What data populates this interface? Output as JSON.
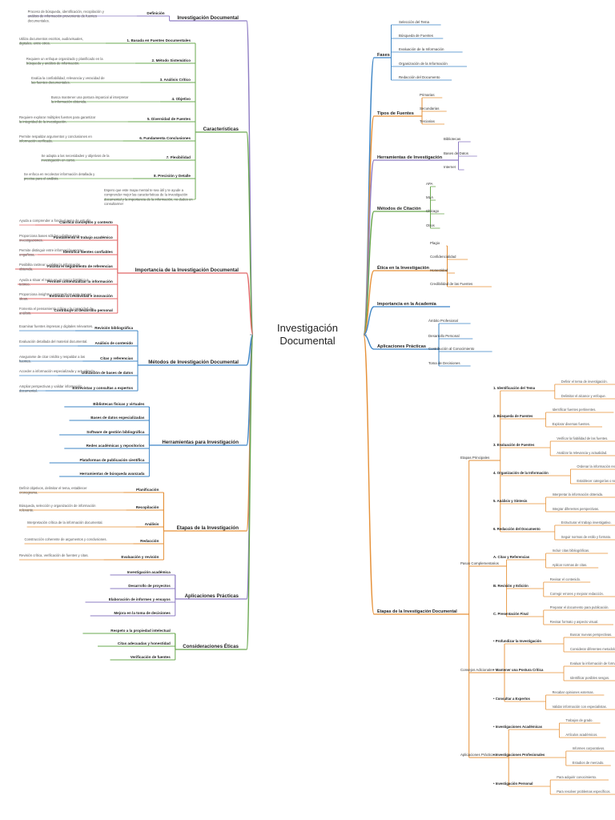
{
  "center": {
    "line1": "Investigación",
    "line2": "Documental"
  },
  "colors": {
    "definicion": "#8e7cc3",
    "caracteristicas": "#6aa84f",
    "importancia": "#e06666",
    "metodos": "#3d85c6",
    "herramientas": "#3d85c6",
    "etapas": "#e69138",
    "aplicaciones": "#8e7cc3",
    "consideraciones": "#6aa84f",
    "fases": "#3d85c6",
    "tipos": "#e69138",
    "herr_r": "#8e7cc3",
    "metodos_cita": "#6aa84f",
    "etica": "#e69138",
    "academia": "#3d85c6",
    "aplic_r": "#3d85c6",
    "etapas_r": "#e69138"
  },
  "left": [
    {
      "key": "definicion",
      "title": "Investigación Documental",
      "children": [
        {
          "label": "Definición",
          "desc": "Proceso de búsqueda, identificación, recopilación y análisis de información proveniente de fuentes documentales."
        }
      ]
    },
    {
      "key": "caracteristicas",
      "title": "Características",
      "children": [
        {
          "label": "1. Basada en Fuentes Documentales",
          "desc": "Utiliza documentos escritos, audiovisuales, digitales, entre otros."
        },
        {
          "label": "2. Método Sistemático",
          "desc": "Requiere un enfoque organizado y planificado en la búsqueda y análisis de información."
        },
        {
          "label": "3. Análisis Crítico",
          "desc": "Evalúa la confiabilidad, relevancia y veracidad de las fuentes documentales."
        },
        {
          "label": "4. Objetivo",
          "desc": "Busca mantener una postura imparcial al interpretar la información obtenida."
        },
        {
          "label": "5. Diversidad de Fuentes",
          "desc": "Requiere explorar múltiples fuentes para garantizar la integridad de la investigación."
        },
        {
          "label": "6. Fundamenta Conclusiones",
          "desc": "Permite respaldar argumentos y conclusiones en información verificada."
        },
        {
          "label": "7. Flexibilidad",
          "desc": "Se adapta a las necesidades y objetivos de la investigación en curso."
        },
        {
          "label": "8. Precisión y Detalle",
          "desc": "Se enfoca en recolectar información detallada y precisa para el análisis."
        },
        {
          "label": "",
          "desc": "Espero que este mapa mental te sea útil y te ayude a comprender mejor las características de la investigación documental y la importancia de la información, no dudes en consultarme!"
        }
      ]
    },
    {
      "key": "importancia",
      "title": "Importancia de la Investigación Documental",
      "children": [
        {
          "label": "Clarifica conceptos y contexto",
          "desc": "Ayuda a comprender a fondo el tema de estudio."
        },
        {
          "label": "Fundamenta el trabajo académico",
          "desc": "Proporciona bases sólidas y fiables para investigaciones."
        },
        {
          "label": "Identifica fuentes confiables",
          "desc": "Permite distinguir entre información veraz y engañosa."
        },
        {
          "label": "Facilita el seguimiento de referencias",
          "desc": "Posibilita rastrear y validar la información obtenida."
        },
        {
          "label": "Permite contextualizar la información",
          "desc": "Ayuda a situar el tema en un marco histórico o teórico."
        },
        {
          "label": "Estimula la creatividad e innovación",
          "desc": "Proporciona insights y perspectivas para nuevas ideas."
        },
        {
          "label": "Contribuye al desarrollo personal",
          "desc": "Fomenta el pensamiento crítico y la capacidad de análisis."
        }
      ]
    },
    {
      "key": "metodos",
      "title": "Métodos de Investigación Documental",
      "children": [
        {
          "label": "Revisión bibliográfica",
          "desc": "Examinar fuentes impresas y digitales relevantes."
        },
        {
          "label": "Análisis de contenido",
          "desc": "Evaluación detallada del material documental."
        },
        {
          "label": "Citas y referencias",
          "desc": "Asegurarse de citar crédito y respaldar a las fuentes."
        },
        {
          "label": "Utilización de bases de datos",
          "desc": "Acceder a información especializada y actualizada."
        },
        {
          "label": "Entrevistas y consultas a expertos",
          "desc": "Ampliar perspectivas y validar información documental."
        }
      ]
    },
    {
      "key": "herramientas",
      "title": "Herramientas para Investigación",
      "children": [
        {
          "label": "Bibliotecas físicas y virtuales",
          "desc": ""
        },
        {
          "label": "Bases de datos especializadas",
          "desc": ""
        },
        {
          "label": "Software de gestión bibliográfica",
          "desc": ""
        },
        {
          "label": "Redes académicas y repositorios",
          "desc": ""
        },
        {
          "label": "Plataformas de publicación científica",
          "desc": ""
        },
        {
          "label": "Herramientas de búsqueda avanzada",
          "desc": ""
        }
      ]
    },
    {
      "key": "etapas",
      "title": "Etapas de la Investigación",
      "children": [
        {
          "label": "Planificación",
          "desc": "Definir objetivos, delimitar el tema, establecer cronograma."
        },
        {
          "label": "Recopilación",
          "desc": "Búsqueda, selección y organización de información relevante."
        },
        {
          "label": "Análisis",
          "desc": "Interpretación crítica de la información documental."
        },
        {
          "label": "Redacción",
          "desc": "Construcción coherente de argumentos y conclusiones."
        },
        {
          "label": "Evaluación y revisión",
          "desc": "Revisión crítica, verificación de fuentes y citas."
        }
      ]
    },
    {
      "key": "aplicaciones",
      "title": "Aplicaciones Prácticas",
      "children": [
        {
          "label": "Investigación académica",
          "desc": ""
        },
        {
          "label": "Desarrollo de proyectos",
          "desc": ""
        },
        {
          "label": "Elaboración de informes y ensayos",
          "desc": ""
        },
        {
          "label": "Mejora en la toma de decisiones",
          "desc": ""
        }
      ]
    },
    {
      "key": "consideraciones",
      "title": "Consideraciones Éticas",
      "children": [
        {
          "label": "Respeto a la propiedad intelectual",
          "desc": ""
        },
        {
          "label": "Citas adecuadas y honestidad",
          "desc": ""
        },
        {
          "label": "Verificación de fuentes",
          "desc": ""
        }
      ]
    }
  ],
  "right": [
    {
      "key": "fases",
      "title": "Fases",
      "children": [
        {
          "label": "Selección del Tema"
        },
        {
          "label": "Búsqueda de Fuentes"
        },
        {
          "label": "Evaluación de la Información"
        },
        {
          "label": "Organización de la Información"
        },
        {
          "label": "Redacción del Documento"
        }
      ]
    },
    {
      "key": "tipos",
      "title": "Tipos de Fuentes",
      "children": [
        {
          "label": "Primarias"
        },
        {
          "label": "Secundarias"
        },
        {
          "label": "Terciarias"
        }
      ]
    },
    {
      "key": "herr_r",
      "title": "Herramientas de Investigación",
      "children": [
        {
          "label": "Bibliotecas"
        },
        {
          "label": "Bases de Datos"
        },
        {
          "label": "Internet"
        }
      ]
    },
    {
      "key": "metodos_cita",
      "title": "Métodos de Citación",
      "children": [
        {
          "label": "APA"
        },
        {
          "label": "MLA"
        },
        {
          "label": "Chicago"
        },
        {
          "label": "Otros"
        }
      ]
    },
    {
      "key": "etica",
      "title": "Ética en la Investigación",
      "children": [
        {
          "label": "Plagio"
        },
        {
          "label": "Confidencialidad"
        },
        {
          "label": "Honestidad"
        },
        {
          "label": "Credibilidad de las Fuentes"
        }
      ]
    },
    {
      "key": "academia",
      "title": "Importancia en la Academia",
      "children": []
    },
    {
      "key": "aplic_r",
      "title": "Aplicaciones Prácticas",
      "children": [
        {
          "label": "Ámbito Profesional"
        },
        {
          "label": "Desarrollo Personal"
        },
        {
          "label": "Contribución al Conocimiento"
        },
        {
          "label": "Toma de Decisiones"
        }
      ]
    }
  ],
  "etapas_right": {
    "title": "Etapas de la Investigación Documental",
    "groups": [
      {
        "label": "Etapas Principales",
        "items": [
          {
            "label": "1. Identificación del Tema",
            "leaves": [
              "Definir el tema de investigación.",
              "Delimitar el alcance y enfoque."
            ]
          },
          {
            "label": "2. Búsqueda de Fuentes",
            "leaves": [
              "Identificar fuentes pertinentes.",
              "Explorar diversas fuentes."
            ]
          },
          {
            "label": "3. Evaluación de Fuentes",
            "leaves": [
              "Verificar la fiabilidad de las fuentes.",
              "Analizar la relevancia y actualidad."
            ]
          },
          {
            "label": "4. Organización de la Información",
            "leaves": [
              "Ordenar la información recopilada.",
              "Establecer categorías o secciones."
            ]
          },
          {
            "label": "5. Análisis y Síntesis",
            "leaves": [
              "Interpretar la información obtenida.",
              "Integrar diferentes perspectivas."
            ]
          },
          {
            "label": "6. Redacción del Documento",
            "leaves": [
              "Estructurar el trabajo investigativo.",
              "Seguir normas de estilo y formato."
            ]
          }
        ]
      },
      {
        "label": "Pasos Complementarios",
        "items": [
          {
            "label": "A. Citas y Referencias",
            "leaves": [
              "Incluir citas bibliográficas.",
              "Aplicar normas de citas."
            ]
          },
          {
            "label": "B. Revisión y Edición",
            "leaves": [
              "Revisar el contenido.",
              "Corregir errores y mejorar redacción."
            ]
          },
          {
            "label": "C. Presentación Final",
            "leaves": [
              "Preparar el documento para publicación.",
              "Revisar formato y aspecto visual."
            ]
          }
        ]
      },
      {
        "label": "Consejos Adicionales",
        "items": [
          {
            "label": "• Profundizar la Investigación",
            "leaves": [
              "Buscar nuevas perspectivas.",
              "Considerar diferentes metodologías."
            ]
          },
          {
            "label": "• Mantener una Postura Crítica",
            "leaves": [
              "Evaluar la información de forma objetiva.",
              "Identificar posibles sesgos."
            ]
          },
          {
            "label": "• Consultar a Expertos",
            "leaves": [
              "Recabar opiniones externas.",
              "Validar información con especialistas."
            ]
          }
        ]
      },
      {
        "label": "Aplicaciones Prácticas",
        "items": [
          {
            "label": "• Investigaciones Académicas",
            "leaves": [
              "Trabajos de grado.",
              "Artículos académicos."
            ]
          },
          {
            "label": "• Investigaciones Profesionales",
            "leaves": [
              "Informes corporativos.",
              "Estudios de mercado."
            ]
          },
          {
            "label": "• Investigación Personal",
            "leaves": [
              "Para adquirir conocimiento.",
              "Para resolver problemas específicos."
            ]
          }
        ]
      }
    ]
  }
}
